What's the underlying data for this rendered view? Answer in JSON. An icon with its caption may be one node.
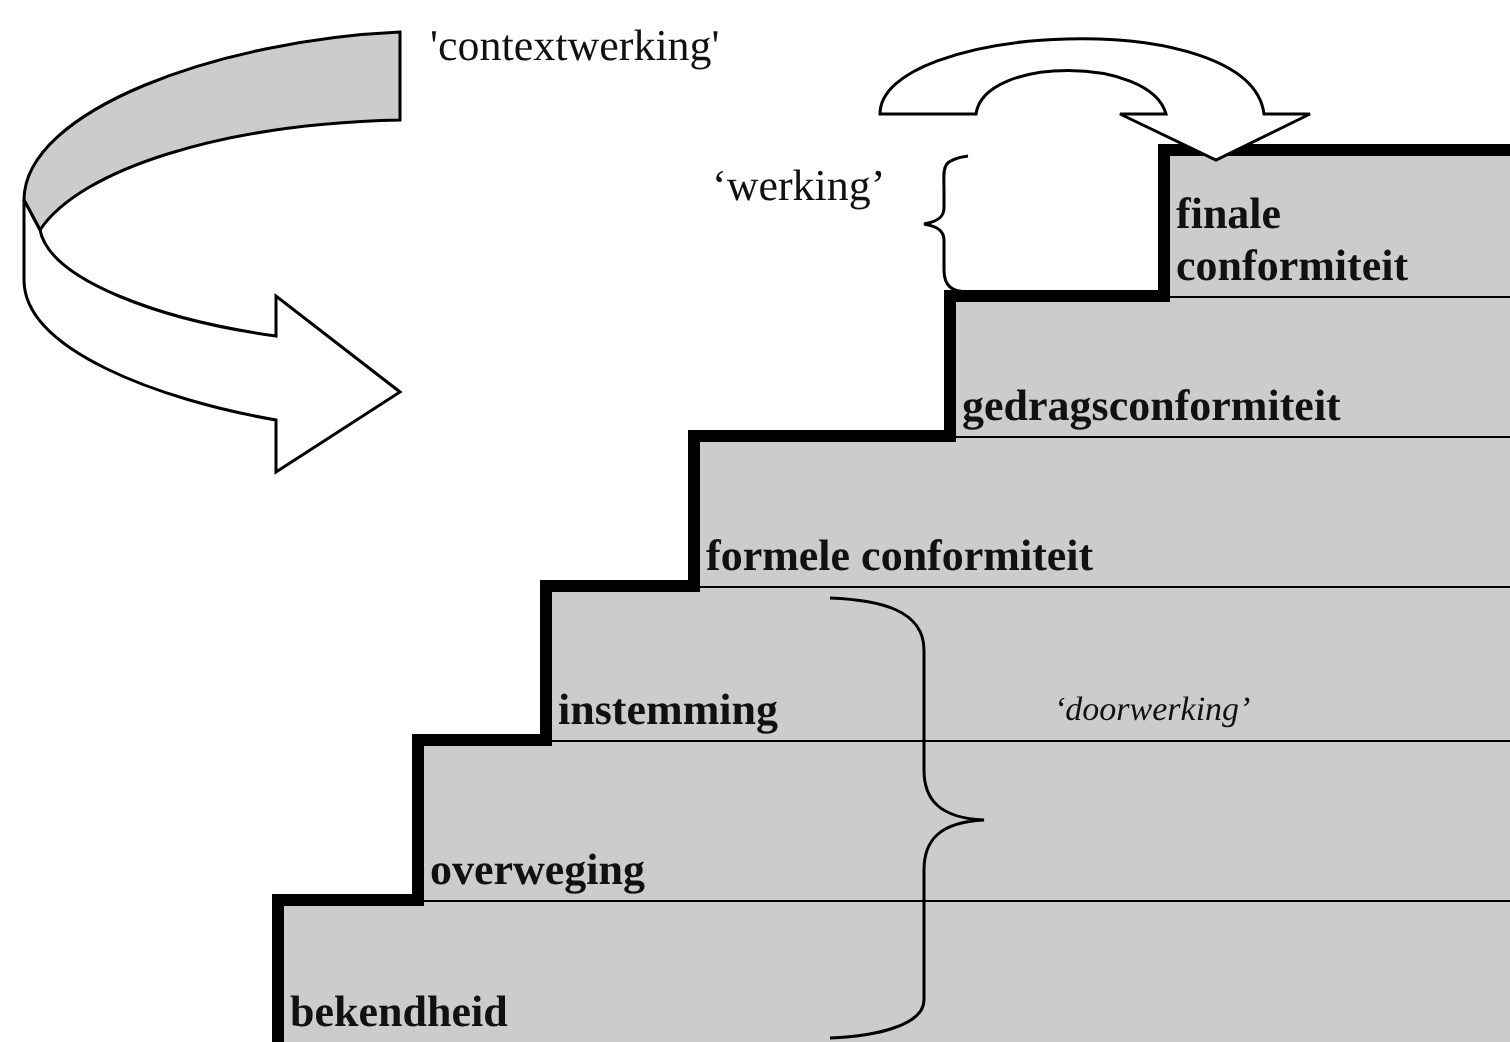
{
  "diagram": {
    "nodes": [
      {
        "text": [
          "finale conformiteit"
        ]
      },
      {
        "text": [
          "gedragsconformiteit"
        ]
      },
      {
        "text": [
          "formele conformiteit"
        ]
      },
      {
        "text": [
          "instemming"
        ]
      },
      {
        "text": [
          "overweging"
        ]
      },
      {
        "text": [
          "bekendheid"
        ]
      }
    ],
    "edges": [],
    "labels": [
      "'contextwerking'",
      "‘werking’",
      "‘doorwerking’"
    ]
  }
}
